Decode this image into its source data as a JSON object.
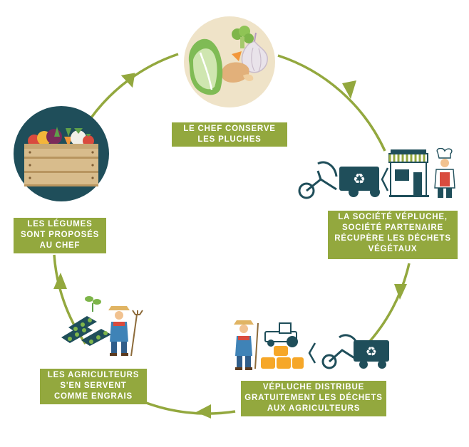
{
  "steps": [
    {
      "id": "chef",
      "lines": [
        "LE CHEF CONSERVE",
        "LES PLUCHES"
      ],
      "icon": "vegetable-peelings-icon"
    },
    {
      "id": "vepluche",
      "lines": [
        "LA SOCIÉTÉ VÉPLUCHE,",
        "SOCIÉTÉ PARTENAIRE",
        "RÉCUPÈRE LES DÉCHETS",
        "VÉGÉTAUX"
      ],
      "icon": "cargo-bike-and-restaurant-icon"
    },
    {
      "id": "distribue",
      "lines": [
        "VÉPLUCHE DISTRIBUE",
        "GRATUITEMENT LES DÉCHETS",
        "AUX AGRICULTEURS"
      ],
      "icon": "farmer-tractor-bike-icon"
    },
    {
      "id": "agriculteurs",
      "lines": [
        "LES AGRICULTEURS",
        "S'EN SERVENT",
        "COMME ENGRAIS"
      ],
      "icon": "farmer-field-icon"
    },
    {
      "id": "legumes",
      "lines": [
        "LES LÉGUMES",
        "SONT PROPOSÉS",
        "AU CHEF"
      ],
      "icon": "vegetable-crate-icon"
    }
  ],
  "colors": {
    "accent": "#93a83e",
    "teal": "#1f4e5a",
    "beige": "#efe3c8"
  }
}
